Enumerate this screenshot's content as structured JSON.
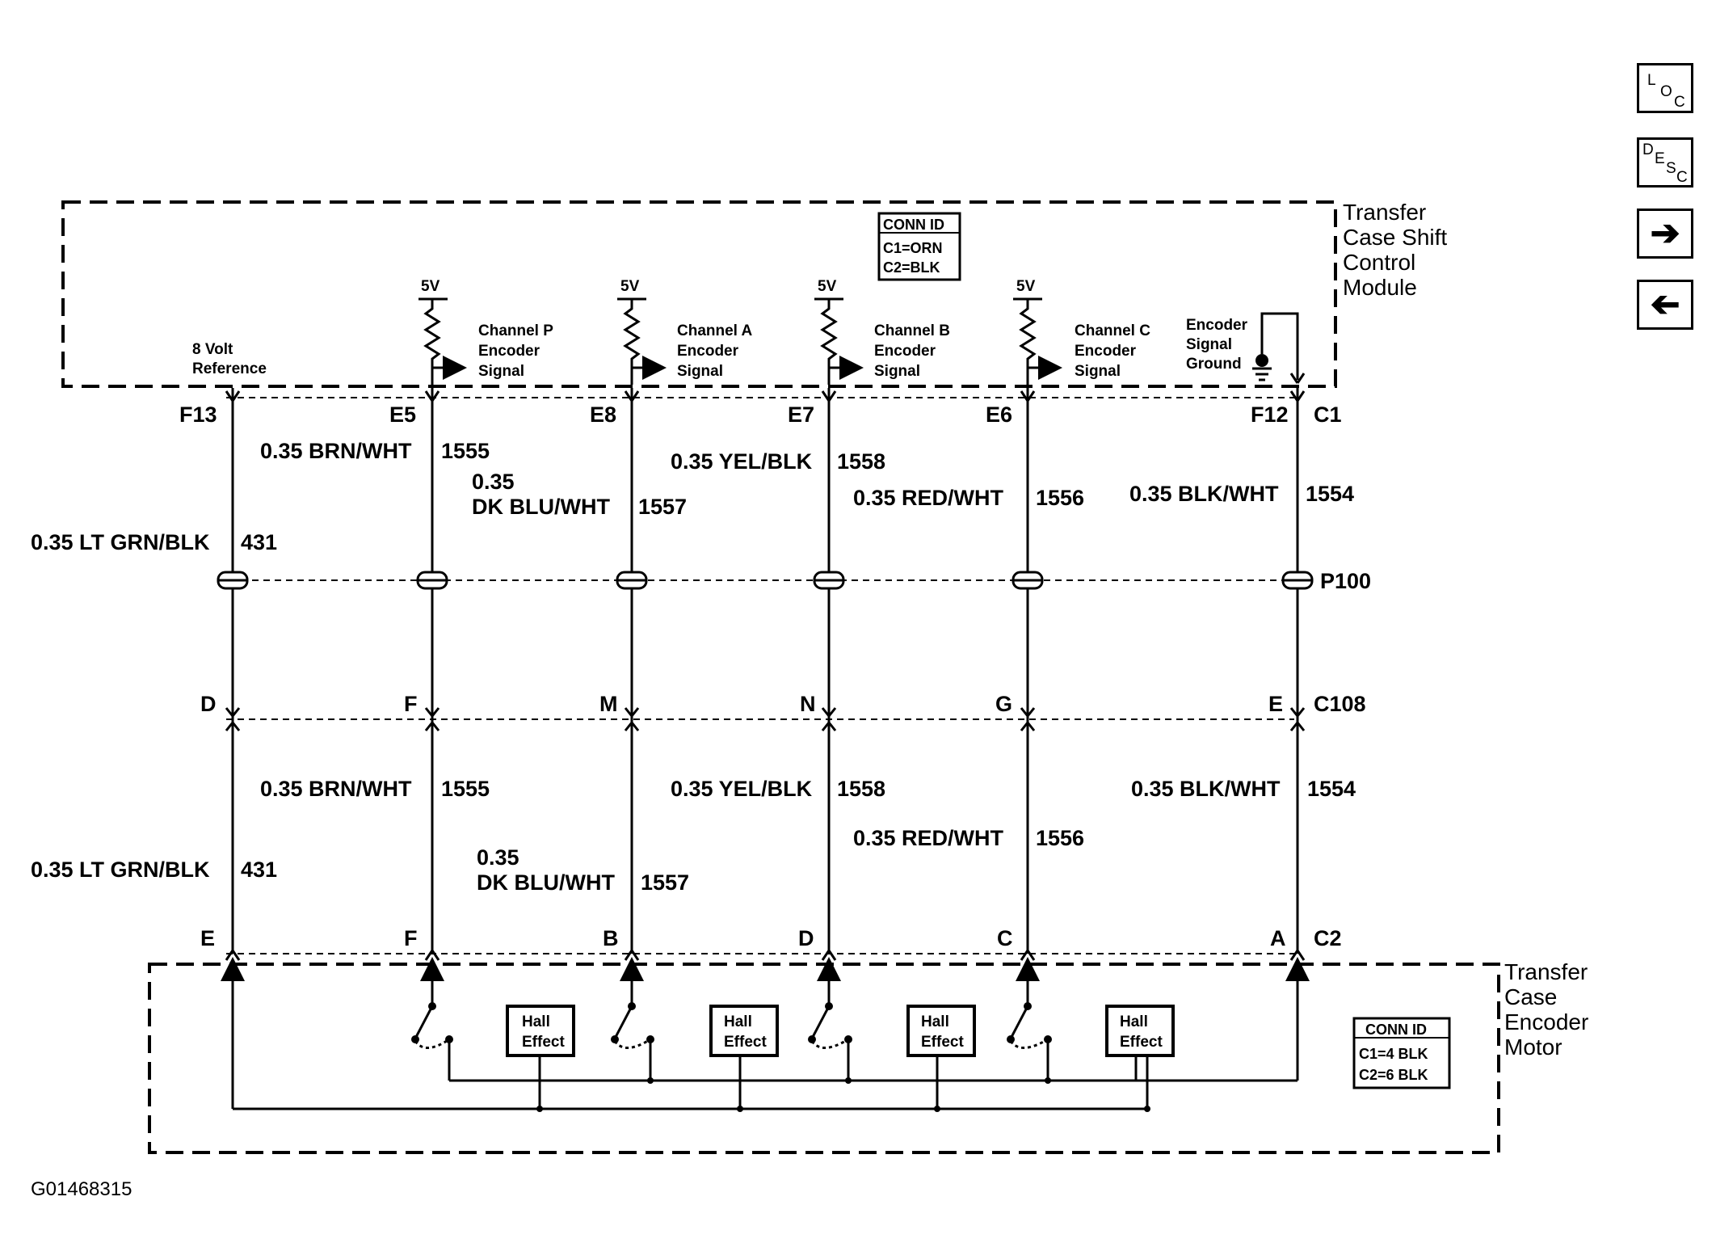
{
  "nav": {
    "loc": {
      "l1": "L",
      "l2": "O",
      "l3": "C"
    },
    "desc": {
      "l1": "D",
      "l2": "E",
      "l3": "S",
      "l4": "C"
    },
    "forward_icon": "right-arrow-icon",
    "back_icon": "left-arrow-icon"
  },
  "module_top": {
    "name_lines": [
      "Transfer",
      "Case Shift",
      "Control",
      "Module"
    ],
    "conn_id": {
      "title": "CONN ID",
      "lines": [
        "C1=ORN",
        "C2=BLK"
      ]
    },
    "reference": {
      "lines": [
        "8 Volt",
        "Reference"
      ]
    },
    "supply_label": "5V",
    "channels": [
      {
        "lines": [
          "Channel P",
          "Encoder",
          "Signal"
        ]
      },
      {
        "lines": [
          "Channel A",
          "Encoder",
          "Signal"
        ]
      },
      {
        "lines": [
          "Channel B",
          "Encoder",
          "Signal"
        ]
      },
      {
        "lines": [
          "Channel C",
          "Encoder",
          "Signal"
        ]
      }
    ],
    "ground": {
      "lines": [
        "Encoder",
        "Signal",
        "Ground"
      ]
    }
  },
  "module_bottom": {
    "name_lines": [
      "Transfer",
      "Case",
      "Encoder",
      "Motor"
    ],
    "conn_id": {
      "title": "CONN ID",
      "lines": [
        "C1=4 BLK",
        "C2=6 BLK"
      ]
    },
    "hall_label": [
      "Hall",
      "Effect"
    ]
  },
  "top_pins": [
    "F13",
    "E5",
    "E8",
    "E7",
    "E6",
    "F12"
  ],
  "top_connector": "C1",
  "splice": "P100",
  "mid_pins": [
    "D",
    "F",
    "M",
    "N",
    "G",
    "E"
  ],
  "mid_connector": "C108",
  "bottom_pins": [
    "E",
    "F",
    "B",
    "D",
    "C",
    "A"
  ],
  "bottom_connector": "C2",
  "wires_upper": [
    {
      "size": "0.35 LT GRN/BLK",
      "circuit": "431"
    },
    {
      "size": "0.35 BRN/WHT",
      "circuit": "1555"
    },
    {
      "size_l1": "0.35",
      "size_l2": "DK BLU/WHT",
      "circuit": "1557"
    },
    {
      "size": "0.35 YEL/BLK",
      "circuit": "1558"
    },
    {
      "size": "0.35 RED/WHT",
      "circuit": "1556"
    },
    {
      "size": "0.35 BLK/WHT",
      "circuit": "1554"
    }
  ],
  "wires_lower": [
    {
      "size": "0.35 LT GRN/BLK",
      "circuit": "431"
    },
    {
      "size": "0.35 BRN/WHT",
      "circuit": "1555"
    },
    {
      "size_l1": "0.35",
      "size_l2": "DK BLU/WHT",
      "circuit": "1557"
    },
    {
      "size": "0.35 YEL/BLK",
      "circuit": "1558"
    },
    {
      "size": "0.35 RED/WHT",
      "circuit": "1556"
    },
    {
      "size": "0.35 BLK/WHT",
      "circuit": "1554"
    }
  ],
  "figure_code": "G01468315"
}
